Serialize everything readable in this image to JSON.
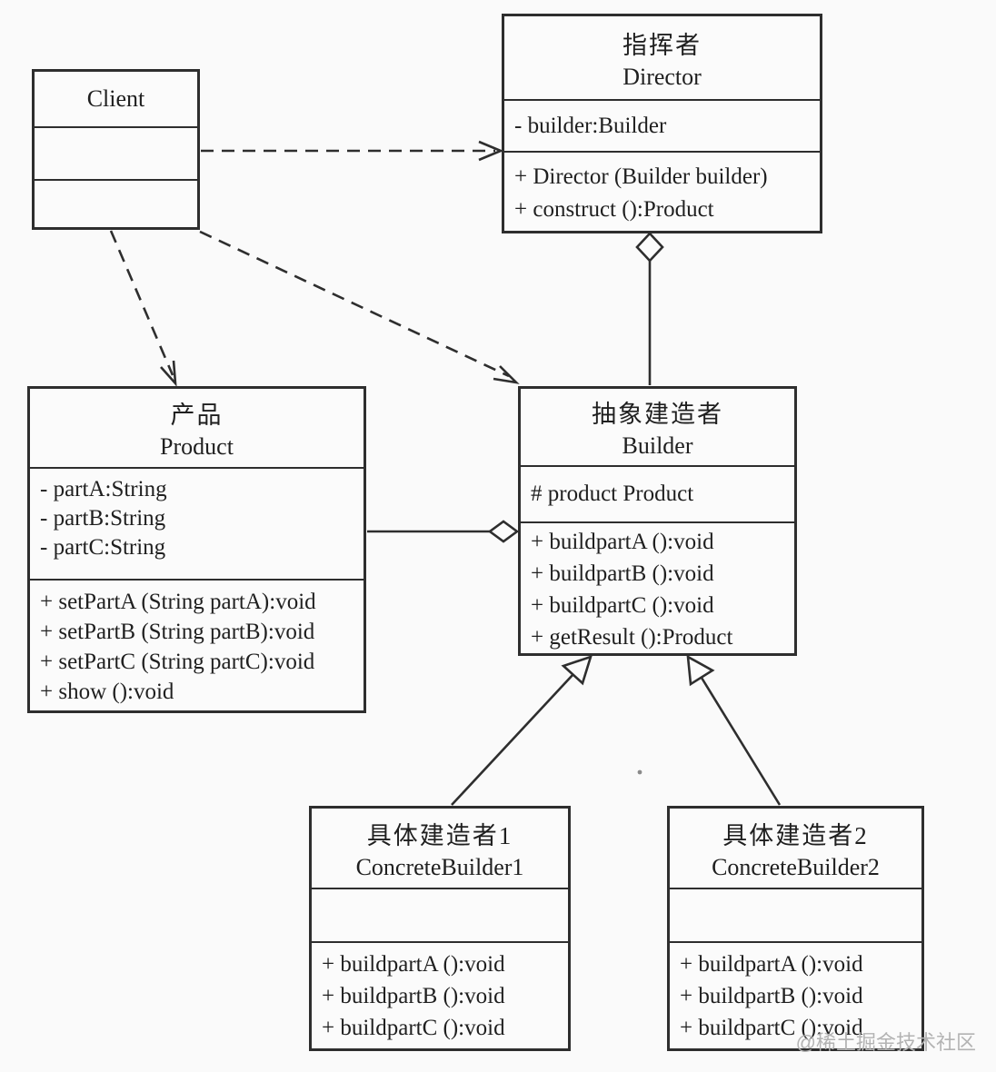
{
  "diagram_type": "uml-class-diagram",
  "colors": {
    "line": "#2e2e2e",
    "background": "#fafafa",
    "text": "#1f1f1f",
    "watermark": "#b3b3b3"
  },
  "classes": {
    "client": {
      "name_en": "Client",
      "attributes": [],
      "methods": []
    },
    "director": {
      "name_zh": "指挥者",
      "name_en": "Director",
      "attributes": [
        "- builder:Builder"
      ],
      "methods": [
        "+ Director (Builder builder)",
        "+ construct ():Product"
      ]
    },
    "product": {
      "name_zh": "产品",
      "name_en": "Product",
      "attributes": [
        "- partA:String",
        "- partB:String",
        "- partC:String"
      ],
      "methods": [
        "+ setPartA (String partA):void",
        "+ setPartB (String partB):void",
        "+ setPartC (String partC):void",
        "+ show ():void"
      ]
    },
    "builder": {
      "name_zh": "抽象建造者",
      "name_en": "Builder",
      "attributes": [
        "# product Product"
      ],
      "methods": [
        "+ buildpartA ():void",
        "+ buildpartB ():void",
        "+ buildpartC ():void",
        "+ getResult ():Product"
      ]
    },
    "concrete_builder_1": {
      "name_zh": "具体建造者1",
      "name_en": "ConcreteBuilder1",
      "attributes": [],
      "methods": [
        "+ buildpartA ():void",
        "+ buildpartB ():void",
        "+ buildpartC ():void"
      ]
    },
    "concrete_builder_2": {
      "name_zh": "具体建造者2",
      "name_en": "ConcreteBuilder2",
      "attributes": [],
      "methods": [
        "+ buildpartA ():void",
        "+ buildpartB ():void",
        "+ buildpartC ():void"
      ]
    }
  },
  "relationships": [
    {
      "type": "dependency",
      "from": "Client",
      "to": "Director",
      "style": "dashed-open-arrow"
    },
    {
      "type": "dependency",
      "from": "Client",
      "to": "Product",
      "style": "dashed-open-arrow"
    },
    {
      "type": "dependency",
      "from": "Client",
      "to": "Builder",
      "style": "dashed-open-arrow"
    },
    {
      "type": "aggregation",
      "whole": "Director",
      "part": "Builder",
      "style": "hollow-diamond"
    },
    {
      "type": "aggregation",
      "whole": "Builder",
      "part": "Product",
      "style": "hollow-diamond"
    },
    {
      "type": "generalization",
      "parent": "Builder",
      "child": "ConcreteBuilder1",
      "style": "hollow-triangle"
    },
    {
      "type": "generalization",
      "parent": "Builder",
      "child": "ConcreteBuilder2",
      "style": "hollow-triangle"
    }
  ],
  "watermark": {
    "text": "@稀土掘金技术社区"
  }
}
